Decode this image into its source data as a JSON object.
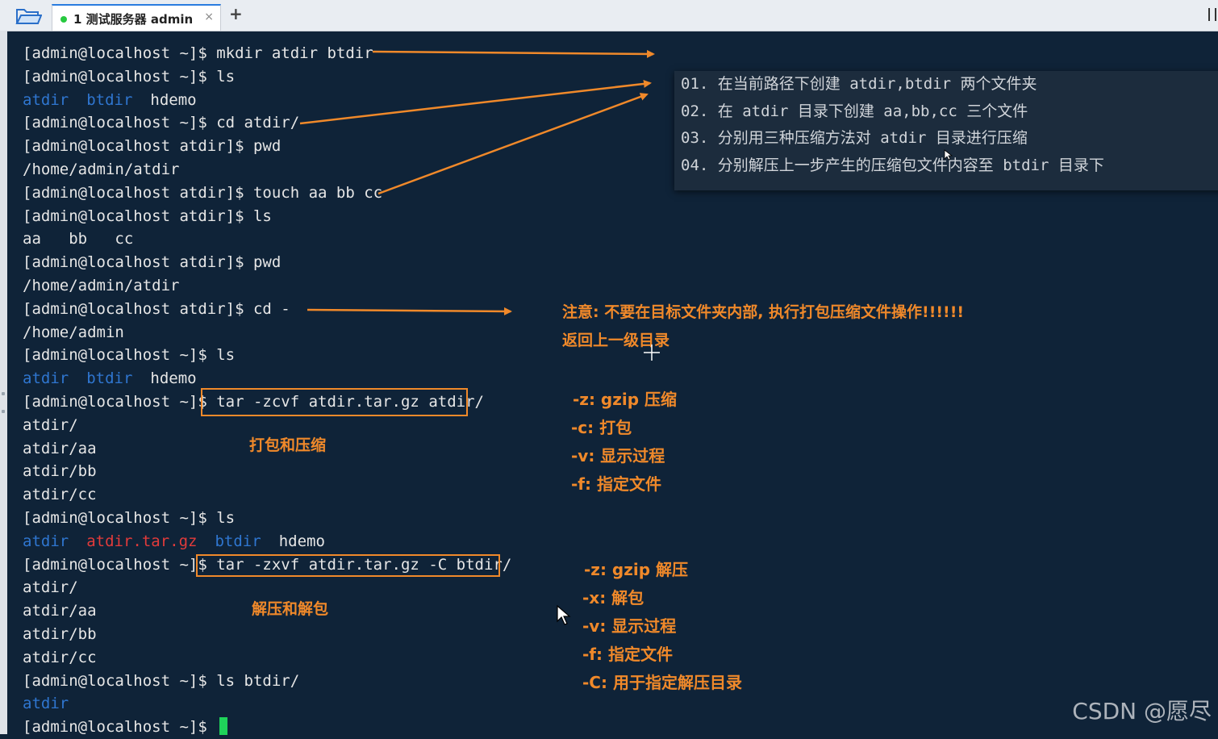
{
  "tabbar": {
    "tab_title": "1 测试服务器 admin",
    "close_glyph": "×",
    "new_tab_glyph": "+"
  },
  "terminal": {
    "prompt_home": "[admin@localhost ~]$ ",
    "prompt_atdir": "[admin@localhost atdir]$ ",
    "lines": [
      {
        "t": "[admin@localhost ~]$ mkdir atdir btdir"
      },
      {
        "t": "[admin@localhost ~]$ ls"
      },
      {
        "dir1": "atdir",
        "dir2": "btdir",
        "file": "hdemo"
      },
      {
        "t": "[admin@localhost ~]$ cd atdir/"
      },
      {
        "t": "[admin@localhost atdir]$ pwd"
      },
      {
        "t": "/home/admin/atdir"
      },
      {
        "t": "[admin@localhost atdir]$ touch aa bb cc"
      },
      {
        "t": "[admin@localhost atdir]$ ls"
      },
      {
        "t": "aa   bb   cc"
      },
      {
        "t": "[admin@localhost atdir]$ pwd"
      },
      {
        "t": "/home/admin/atdir"
      },
      {
        "t": "[admin@localhost atdir]$ cd -"
      },
      {
        "t": "/home/admin"
      },
      {
        "t": "[admin@localhost ~]$ ls"
      },
      {
        "dir1": "atdir",
        "dir2": "btdir",
        "file": "hdemo"
      },
      {
        "cmd": "tar -zcvf atdir.tar.gz atdir/"
      },
      {
        "t": "atdir/"
      },
      {
        "t": "atdir/aa"
      },
      {
        "t": "atdir/bb"
      },
      {
        "t": "atdir/cc"
      },
      {
        "t": "[admin@localhost ~]$ ls"
      },
      {
        "dir1": "atdir",
        "red": "atdir.tar.gz",
        "dir2": "btdir",
        "file": "hdemo"
      },
      {
        "cmd": "tar -zxvf atdir.tar.gz -C btdir/"
      },
      {
        "t": "atdir/"
      },
      {
        "t": "atdir/aa"
      },
      {
        "t": "atdir/bb"
      },
      {
        "t": "atdir/cc"
      },
      {
        "t": "[admin@localhost ~]$ ls btdir/"
      },
      {
        "dir1": "atdir"
      },
      {
        "t": "[admin@localhost ~]$ "
      }
    ]
  },
  "notes": [
    "01. 在当前路径下创建 atdir,btdir 两个文件夹",
    "02. 在 atdir 目录下创建 aa,bb,cc 三个文件",
    "03. 分别用三种压缩方法对 atdir 目录进行压缩",
    "04. 分别解压上一步产生的压缩包文件内容至 btdir 目录下"
  ],
  "annotations": {
    "warning": "注意: 不要在目标文件夹内部, 执行打包压缩文件操作!!!!!!",
    "cd_back": "返回上一级目录",
    "pack_label": "打包和压缩",
    "unpack_label": "解压和解包",
    "pack_options": [
      "-z: gzip 压缩",
      "-c: 打包",
      "-v: 显示过程",
      "-f: 指定文件"
    ],
    "unpack_options": [
      "-z: gzip 解压",
      "-x: 解包",
      "-v: 显示过程",
      "-f: 指定文件",
      "-C: 用于指定解压目录"
    ]
  },
  "colors": {
    "terminal_bg": "#0f2338",
    "annotation": "#f0892a",
    "directory": "#2f76d0",
    "archive": "#e23b3b",
    "cursor": "#1fd35a"
  },
  "watermark": "CSDN @愿尽"
}
